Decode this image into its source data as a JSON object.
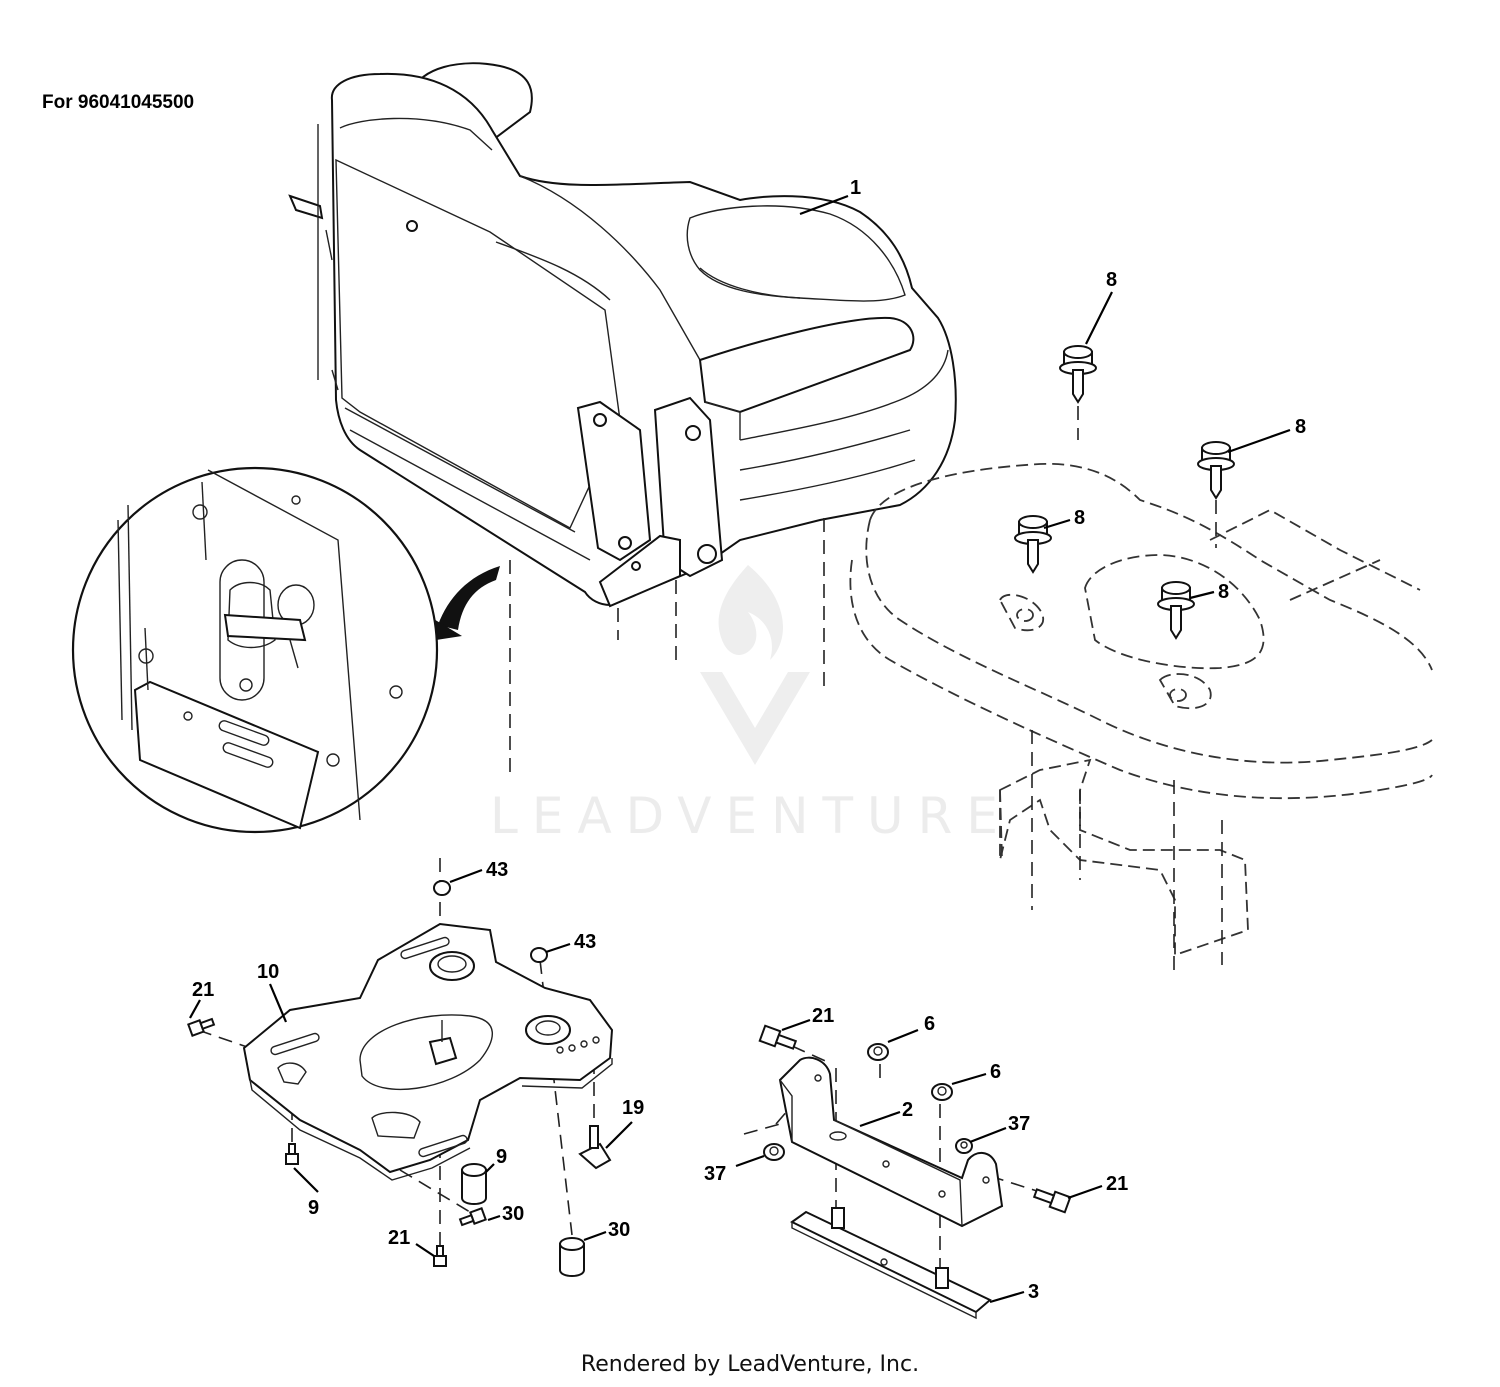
{
  "header": {
    "model_label": "For 96041045500"
  },
  "watermark": {
    "brand": "LEADVENTURE"
  },
  "footer": {
    "rendered_by": "Rendered by LeadVenture, Inc."
  },
  "callouts": [
    {
      "id": "seat",
      "label": "1"
    },
    {
      "id": "bolt-a",
      "label": "8"
    },
    {
      "id": "bolt-b",
      "label": "8"
    },
    {
      "id": "bolt-c",
      "label": "8"
    },
    {
      "id": "bolt-d",
      "label": "8"
    },
    {
      "id": "plug-a",
      "label": "43"
    },
    {
      "id": "plug-b",
      "label": "43"
    },
    {
      "id": "seat-pan",
      "label": "10"
    },
    {
      "id": "screw-a",
      "label": "21"
    },
    {
      "id": "knob",
      "label": "19"
    },
    {
      "id": "bumper-a",
      "label": "9"
    },
    {
      "id": "bumper-b",
      "label": "9"
    },
    {
      "id": "screw-b",
      "label": "30"
    },
    {
      "id": "screw-c",
      "label": "21"
    },
    {
      "id": "screw-d",
      "label": "30"
    },
    {
      "id": "screw-e",
      "label": "21"
    },
    {
      "id": "nut-a",
      "label": "6"
    },
    {
      "id": "nut-b",
      "label": "6"
    },
    {
      "id": "bracket",
      "label": "2"
    },
    {
      "id": "nut-c",
      "label": "37"
    },
    {
      "id": "nut-d",
      "label": "37"
    },
    {
      "id": "screw-f",
      "label": "21"
    },
    {
      "id": "plate",
      "label": "3"
    }
  ]
}
